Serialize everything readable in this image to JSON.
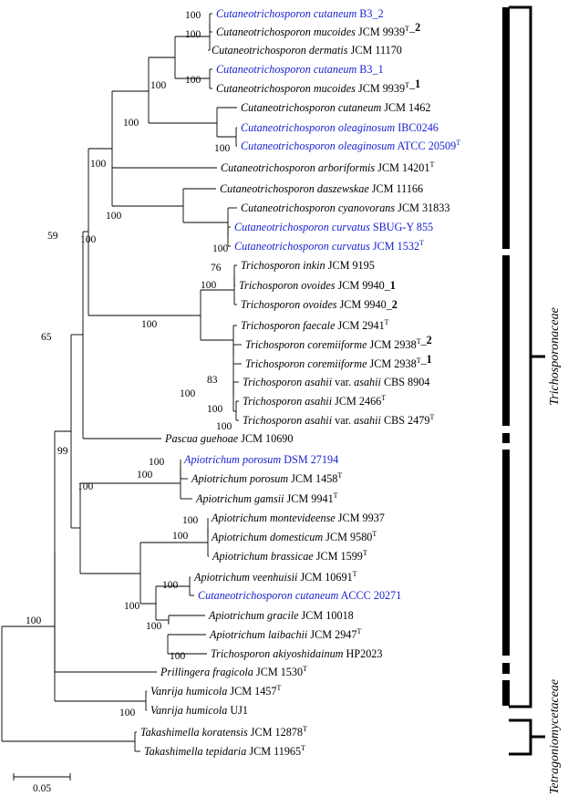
{
  "taxa": [
    {
      "id": "t1",
      "parts": [
        {
          "t": "Cutaneotrichosporon cutaneum",
          "i": true
        },
        {
          "t": " B3_2"
        }
      ],
      "blue": true
    },
    {
      "id": "t2",
      "parts": [
        {
          "t": "Cutaneotrichosporon mucoides",
          "i": true
        },
        {
          "t": " JCM 9939"
        },
        {
          "t": "T",
          "sup": true
        },
        {
          "t": "_"
        },
        {
          "t": "2",
          "b": true
        }
      ]
    },
    {
      "id": "t3",
      "parts": [
        {
          "t": "Cutaneotrichosporon dermatis",
          "i": true
        },
        {
          "t": " JCM 11170"
        }
      ]
    },
    {
      "id": "t4",
      "parts": [
        {
          "t": "Cutaneotrichosporon cutaneum",
          "i": true
        },
        {
          "t": " B3_1"
        }
      ],
      "blue": true
    },
    {
      "id": "t5",
      "parts": [
        {
          "t": "Cutaneotrichosporon mucoides",
          "i": true
        },
        {
          "t": " JCM 9939"
        },
        {
          "t": "T",
          "sup": true
        },
        {
          "t": "_"
        },
        {
          "t": "1",
          "b": true
        }
      ]
    },
    {
      "id": "t6",
      "parts": [
        {
          "t": "Cutaneotrichosporon cutaneum",
          "i": true
        },
        {
          "t": " JCM 1462"
        }
      ]
    },
    {
      "id": "t7",
      "parts": [
        {
          "t": "Cutaneotrichosporon oleaginosum",
          "i": true
        },
        {
          "t": " IBC0246"
        }
      ],
      "blue": true
    },
    {
      "id": "t8",
      "parts": [
        {
          "t": "Cutaneotrichosporon oleaginosum",
          "i": true
        },
        {
          "t": " ATCC 20509"
        },
        {
          "t": "T",
          "sup": true
        }
      ],
      "blue": true
    },
    {
      "id": "t9",
      "parts": [
        {
          "t": "Cutaneotrichosporon arboriformis",
          "i": true
        },
        {
          "t": " JCM 14201"
        },
        {
          "t": "T",
          "sup": true
        }
      ]
    },
    {
      "id": "t10",
      "parts": [
        {
          "t": "Cutaneotrichosporon daszewskae",
          "i": true
        },
        {
          "t": " JCM 11166"
        }
      ]
    },
    {
      "id": "t11",
      "parts": [
        {
          "t": "Cutaneotrichosporon cyanovorans",
          "i": true
        },
        {
          "t": " JCM 31833"
        }
      ]
    },
    {
      "id": "t12",
      "parts": [
        {
          "t": "Cutaneotrichosporon curvatus",
          "i": true
        },
        {
          "t": " SBUG-Y 855"
        }
      ],
      "blue": true
    },
    {
      "id": "t13",
      "parts": [
        {
          "t": "Cutaneotrichosporon curvatus",
          "i": true
        },
        {
          "t": " JCM 1532"
        },
        {
          "t": "T",
          "sup": true
        }
      ],
      "blue": true
    },
    {
      "id": "t14",
      "parts": [
        {
          "t": "Trichosporon inkin",
          "i": true
        },
        {
          "t": " JCM 9195"
        }
      ]
    },
    {
      "id": "t15",
      "parts": [
        {
          "t": "Trichosporon ovoides",
          "i": true
        },
        {
          "t": " JCM 9940_"
        },
        {
          "t": "1",
          "b": true
        }
      ]
    },
    {
      "id": "t16",
      "parts": [
        {
          "t": "Trichosporon ovoides",
          "i": true
        },
        {
          "t": " JCM 9940_"
        },
        {
          "t": "2",
          "b": true
        }
      ]
    },
    {
      "id": "t17",
      "parts": [
        {
          "t": "Trichosporon faecale",
          "i": true
        },
        {
          "t": " JCM 2941"
        },
        {
          "t": "T",
          "sup": true
        }
      ]
    },
    {
      "id": "t18",
      "parts": [
        {
          "t": "Trichosporon coremiiforme",
          "i": true
        },
        {
          "t": " JCM 2938"
        },
        {
          "t": "T",
          "sup": true
        },
        {
          "t": "_"
        },
        {
          "t": "2",
          "b": true
        }
      ]
    },
    {
      "id": "t19",
      "parts": [
        {
          "t": "Trichosporon coremiiforme",
          "i": true
        },
        {
          "t": " JCM 2938"
        },
        {
          "t": "T",
          "sup": true
        },
        {
          "t": "_"
        },
        {
          "t": "1",
          "b": true
        }
      ]
    },
    {
      "id": "t20",
      "parts": [
        {
          "t": "Trichosporon asahii",
          "i": true
        },
        {
          "t": " var. "
        },
        {
          "t": "asahii",
          "i": true
        },
        {
          "t": " CBS 8904"
        }
      ]
    },
    {
      "id": "t21",
      "parts": [
        {
          "t": "Trichosporon asahii",
          "i": true
        },
        {
          "t": " JCM 2466"
        },
        {
          "t": "T",
          "sup": true
        }
      ]
    },
    {
      "id": "t22",
      "parts": [
        {
          "t": "Trichosporon asahii",
          "i": true
        },
        {
          "t": " var. "
        },
        {
          "t": "asahii",
          "i": true
        },
        {
          "t": " CBS 2479"
        },
        {
          "t": "T",
          "sup": true
        }
      ]
    },
    {
      "id": "t23",
      "parts": [
        {
          "t": "Pascua  guehoae",
          "i": true
        },
        {
          "t": " JCM 10690"
        }
      ]
    },
    {
      "id": "t24",
      "parts": [
        {
          "t": "Apiotrichum porosum",
          "i": true
        },
        {
          "t": " DSM 27194"
        }
      ],
      "blue": true
    },
    {
      "id": "t25",
      "parts": [
        {
          "t": "Apiotrichum porosum",
          "i": true
        },
        {
          "t": " JCM 1458"
        },
        {
          "t": "T",
          "sup": true
        }
      ]
    },
    {
      "id": "t26",
      "parts": [
        {
          "t": "Apiotrichum gamsii",
          "i": true
        },
        {
          "t": " JCM 9941"
        },
        {
          "t": "T",
          "sup": true
        }
      ]
    },
    {
      "id": "t27",
      "parts": [
        {
          "t": "Apiotrichum montevideense",
          "i": true
        },
        {
          "t": " JCM 9937"
        }
      ]
    },
    {
      "id": "t28",
      "parts": [
        {
          "t": "Apiotrichum domesticum",
          "i": true
        },
        {
          "t": " JCM 9580"
        },
        {
          "t": "T",
          "sup": true
        }
      ]
    },
    {
      "id": "t29",
      "parts": [
        {
          "t": "Apiotrichum brassicae",
          "i": true
        },
        {
          "t": " JCM 1599"
        },
        {
          "t": "T",
          "sup": true
        }
      ]
    },
    {
      "id": "t30",
      "parts": [
        {
          "t": "Apiotrichum veenhuisii",
          "i": true
        },
        {
          "t": " JCM 10691"
        },
        {
          "t": "T",
          "sup": true
        }
      ]
    },
    {
      "id": "t31",
      "parts": [
        {
          "t": "Cutaneotrichosporon cutaneum",
          "i": true
        },
        {
          "t": " ACCC 20271"
        }
      ],
      "blue": true
    },
    {
      "id": "t32",
      "parts": [
        {
          "t": "Apiotrichum gracile",
          "i": true
        },
        {
          "t": " JCM 10018"
        }
      ]
    },
    {
      "id": "t33",
      "parts": [
        {
          "t": "Apiotrichum laibachii",
          "i": true
        },
        {
          "t": " JCM 2947"
        },
        {
          "t": "T",
          "sup": true
        }
      ]
    },
    {
      "id": "t34",
      "parts": [
        {
          "t": "Trichosporon akiyoshidainum",
          "i": true
        },
        {
          "t": " HP2023"
        }
      ]
    },
    {
      "id": "t35",
      "parts": [
        {
          "t": "Prillingera  fragicola",
          "i": true
        },
        {
          "t": " JCM 1530"
        },
        {
          "t": "T",
          "sup": true
        }
      ]
    },
    {
      "id": "t36",
      "parts": [
        {
          "t": "Vanrija humicola",
          "i": true
        },
        {
          "t": " JCM 1457"
        },
        {
          "t": "T",
          "sup": true
        }
      ]
    },
    {
      "id": "t37",
      "parts": [
        {
          "t": "Vanrija humicola",
          "i": true
        },
        {
          "t": " UJ1"
        }
      ]
    },
    {
      "id": "t38",
      "parts": [
        {
          "t": "Takashimella koratensis",
          "i": true
        },
        {
          "t": " JCM 12878"
        },
        {
          "t": "T",
          "sup": true
        }
      ]
    },
    {
      "id": "t39",
      "parts": [
        {
          "t": "Takashimella tepidaria",
          "i": true
        },
        {
          "t": " JCM 11965"
        },
        {
          "t": "T",
          "sup": true
        }
      ]
    }
  ],
  "bootstrap": [
    {
      "id": "b1",
      "v": "100"
    },
    {
      "id": "b2",
      "v": "100"
    },
    {
      "id": "b3",
      "v": "100"
    },
    {
      "id": "b4",
      "v": "100"
    },
    {
      "id": "b5",
      "v": "100"
    },
    {
      "id": "b6",
      "v": "100"
    },
    {
      "id": "b7",
      "v": "100"
    },
    {
      "id": "b8",
      "v": "100"
    },
    {
      "id": "b9",
      "v": "100"
    },
    {
      "id": "b10",
      "v": "100"
    },
    {
      "id": "b11",
      "v": "59"
    },
    {
      "id": "b12",
      "v": "76"
    },
    {
      "id": "b13",
      "v": "100"
    },
    {
      "id": "b14",
      "v": "100"
    },
    {
      "id": "b15",
      "v": "100"
    },
    {
      "id": "b16",
      "v": "83"
    },
    {
      "id": "b17",
      "v": "100"
    },
    {
      "id": "b18",
      "v": "100"
    },
    {
      "id": "b19",
      "v": "65"
    },
    {
      "id": "b20",
      "v": "99"
    },
    {
      "id": "b21",
      "v": "100"
    },
    {
      "id": "b22",
      "v": "100"
    },
    {
      "id": "b23",
      "v": "100"
    },
    {
      "id": "b24",
      "v": "100"
    },
    {
      "id": "b25",
      "v": "100"
    },
    {
      "id": "b26",
      "v": "100"
    },
    {
      "id": "b27",
      "v": "100"
    },
    {
      "id": "b28",
      "v": "100"
    },
    {
      "id": "b29",
      "v": "100"
    },
    {
      "id": "b30",
      "v": "100"
    },
    {
      "id": "b31",
      "v": "100"
    }
  ],
  "groups": {
    "trichosporonaceae": "Trichosporonaceae",
    "tetragoniomycetaceae": "Tetragoniomycetaceae"
  },
  "scale": {
    "label": "0.05"
  },
  "colors": {
    "branch": "#000000",
    "highlight": "#1a22cf",
    "bar": "#000000"
  }
}
